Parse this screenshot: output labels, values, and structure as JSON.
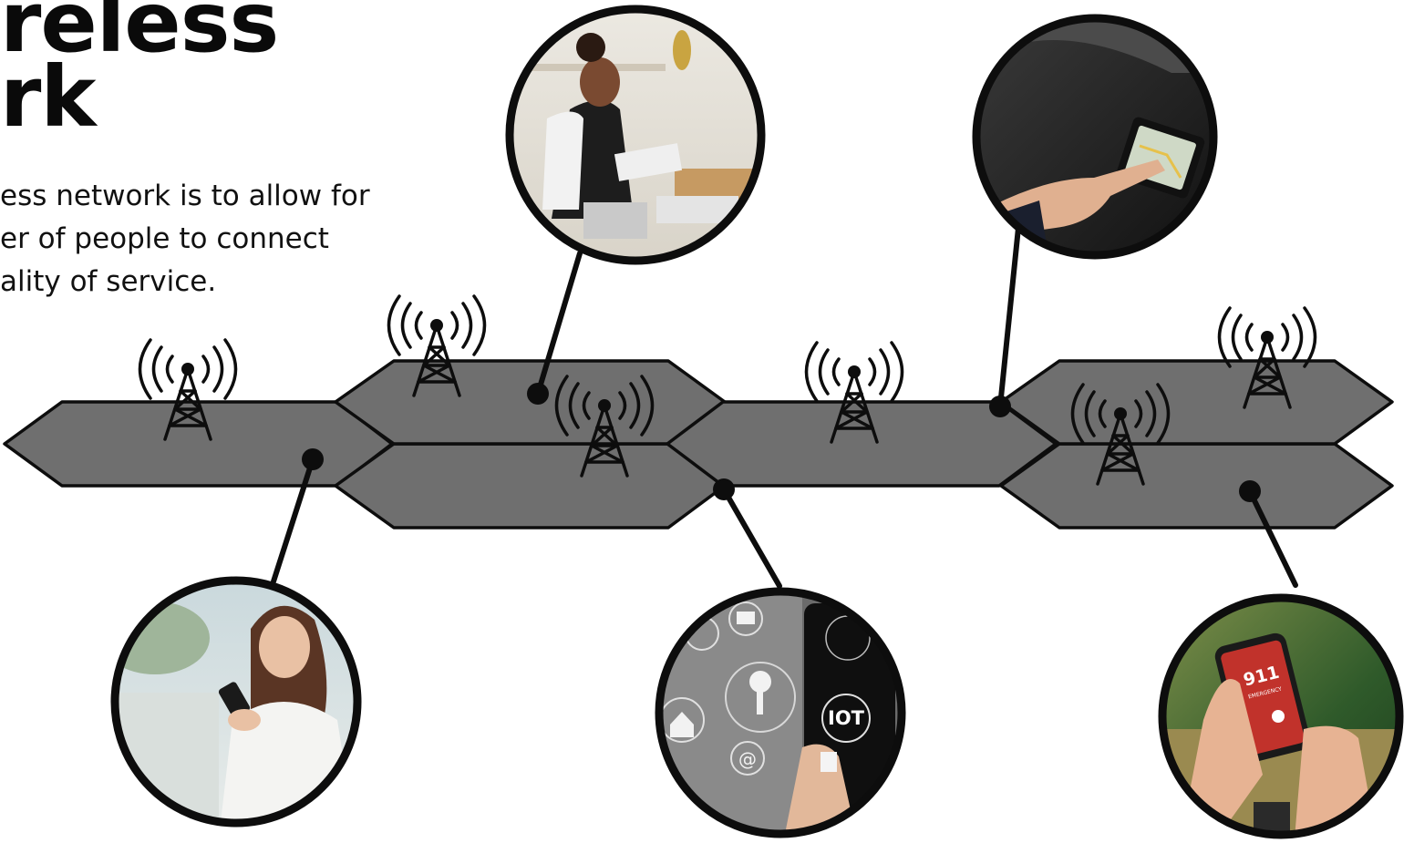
{
  "title": {
    "line1": "reless",
    "line2": "rk"
  },
  "description": {
    "line1": "ess network is to allow for",
    "line2": "er of people to connect",
    "line3": "ality of service."
  },
  "colors": {
    "hexagon_fill": "#6f6f6f",
    "outline": "#0d0d0d",
    "background": "#ffffff"
  },
  "photos": [
    {
      "name": "woman-smartphone-photo",
      "scene": "woman texting on smartphone"
    },
    {
      "name": "cashier-pos-photo",
      "scene": "cashier at point-of-sale terminal"
    },
    {
      "name": "iot-phone-photo",
      "scene": "hand holding phone with IOT icons",
      "label": "IOT"
    },
    {
      "name": "car-navigation-photo",
      "scene": "finger touching car navigation screen"
    },
    {
      "name": "emergency-call-photo",
      "scene": "hands holding phone dialing emergency",
      "label_number": "911",
      "label_text": "EMERGENCY"
    }
  ]
}
